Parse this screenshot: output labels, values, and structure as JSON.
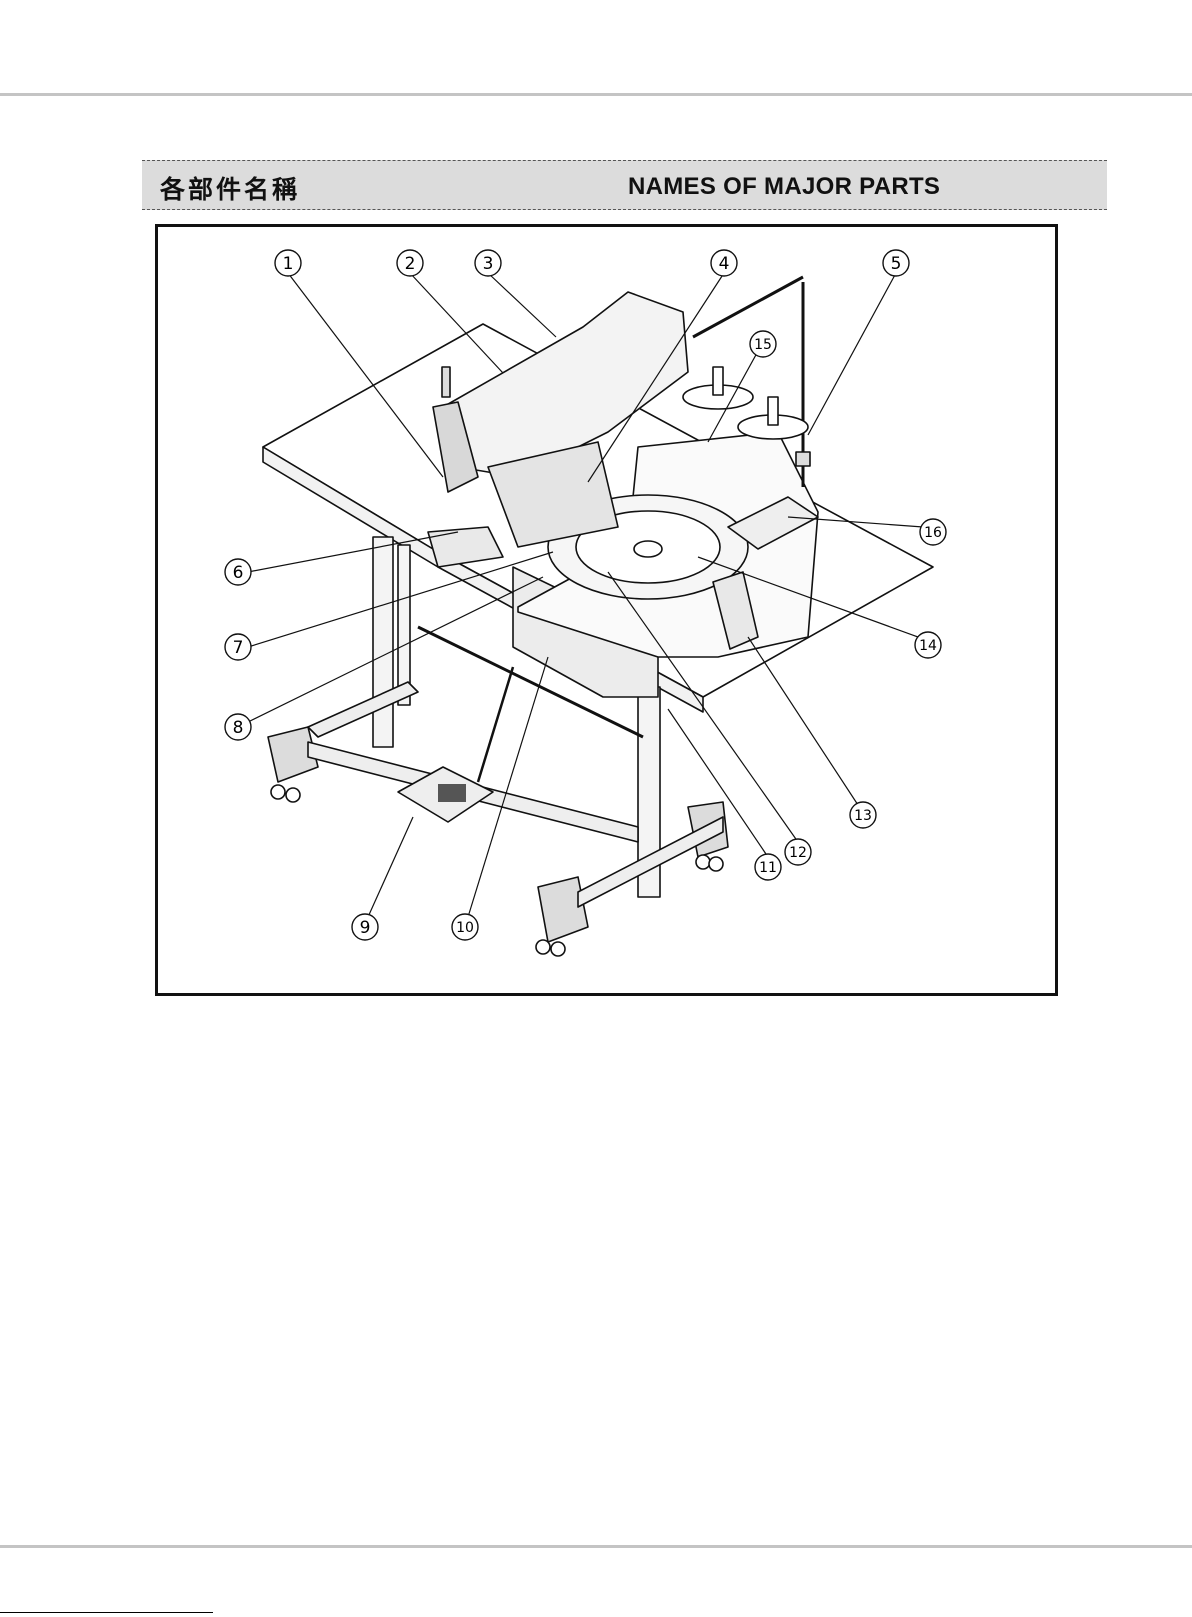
{
  "header": {
    "title_zh": "各部件名稱",
    "title_en": "NAMES OF MAJOR PARTS"
  },
  "figure": {
    "callouts": [
      {
        "n": "1"
      },
      {
        "n": "2"
      },
      {
        "n": "3"
      },
      {
        "n": "4"
      },
      {
        "n": "5"
      },
      {
        "n": "6"
      },
      {
        "n": "7"
      },
      {
        "n": "8"
      },
      {
        "n": "9"
      },
      {
        "n": "10"
      },
      {
        "n": "11"
      },
      {
        "n": "12"
      },
      {
        "n": "13"
      },
      {
        "n": "14"
      },
      {
        "n": "15"
      },
      {
        "n": "16"
      }
    ]
  }
}
